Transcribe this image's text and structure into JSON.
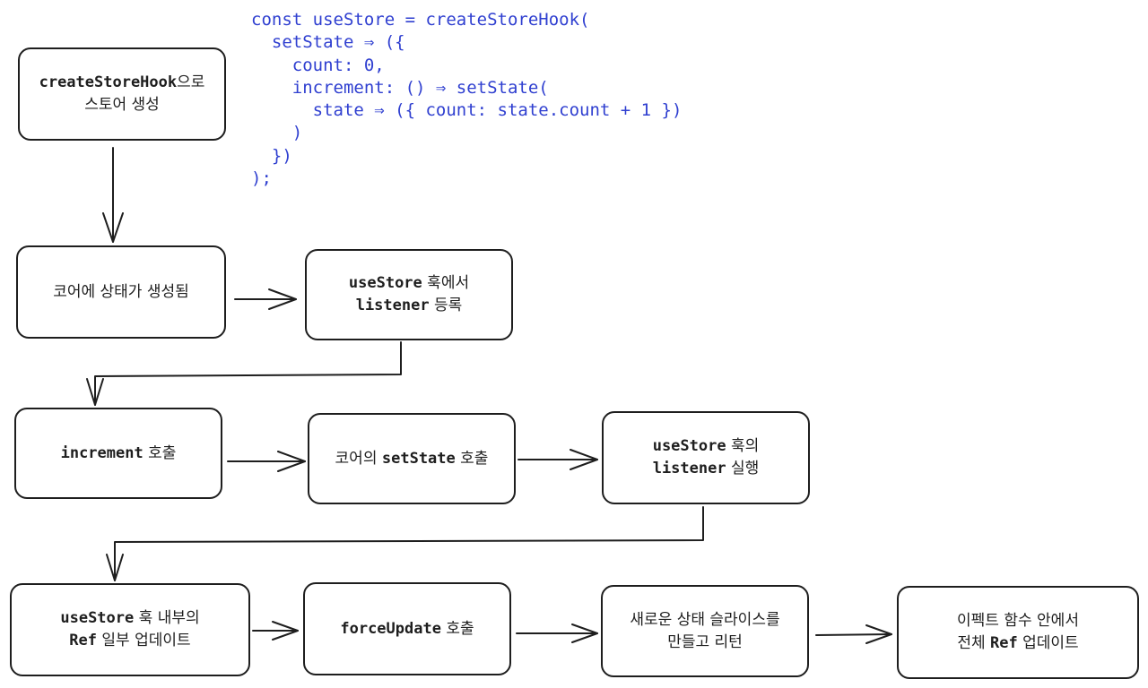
{
  "code_snippet": {
    "lines": [
      "const useStore = createStoreHook(",
      "  setState ⇒ ({",
      "    count: 0,",
      "    increment: () ⇒ setState(",
      "      state ⇒ ({ count: state.count + 1 })",
      "    )",
      "  })",
      ");"
    ]
  },
  "nodes": {
    "create_store": {
      "line1": "createStoreHook으로",
      "line2": "스토어 생성"
    },
    "core_state": {
      "line1": "코어에 상태가 생성됨"
    },
    "register_listener": {
      "line1": "useStore 훅에서",
      "line2": "listener 등록"
    },
    "call_increment": {
      "line1": "increment 호출"
    },
    "core_setstate": {
      "line1": "코어의 setState 호출"
    },
    "run_listener": {
      "line1": "useStore 훅의",
      "line2": "listener 실행"
    },
    "update_ref_part": {
      "line1": "useStore 훅 내부의",
      "line2": "Ref 일부 업데이트"
    },
    "force_update": {
      "line1": "forceUpdate 호출"
    },
    "return_slice": {
      "line1": "새로운 상태 슬라이스를",
      "line2": "만들고 리턴"
    },
    "update_ref_all": {
      "line1": "이펙트 함수 안에서",
      "line2": "전체 Ref 업데이트"
    }
  },
  "colors": {
    "code": "#2f3fd0",
    "stroke": "#1e1e1e",
    "background": "#ffffff"
  }
}
